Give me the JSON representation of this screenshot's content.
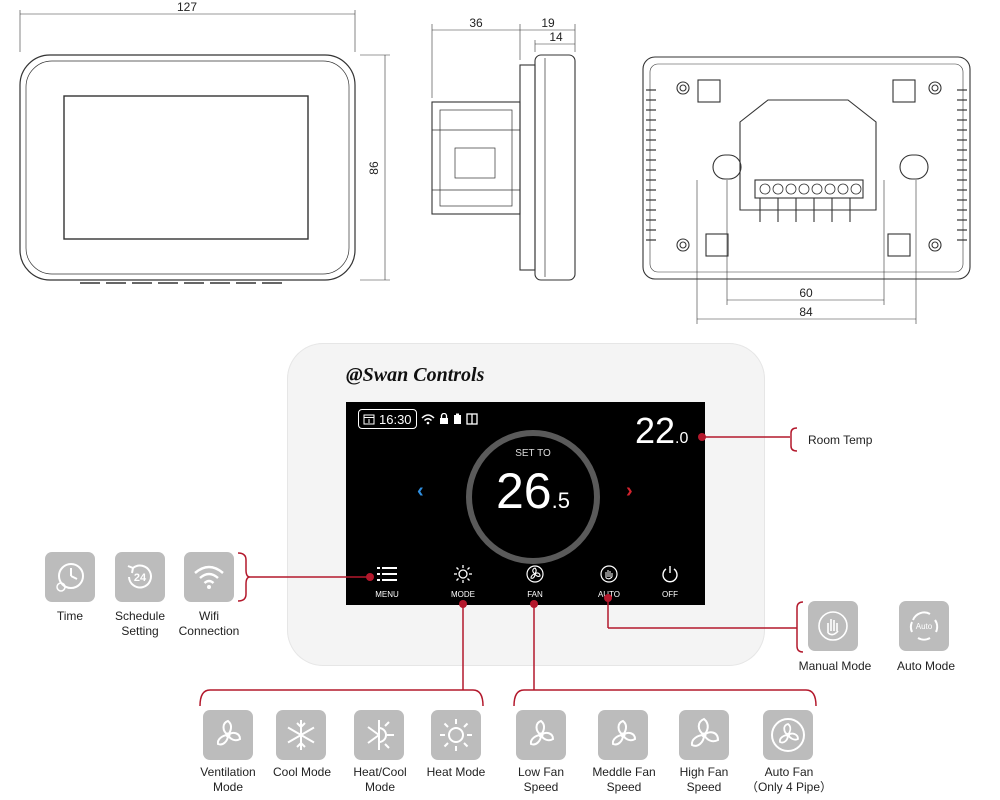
{
  "dimensions": {
    "front_width": "127",
    "front_height": "86",
    "side_depth": "36",
    "side_total": "19",
    "side_face": "14",
    "back_inner": "60",
    "back_outer": "84"
  },
  "brand": "@Swan Controls",
  "screen": {
    "time": "16:30",
    "set_to_label": "SET TO",
    "set_int": "26",
    "set_dec": ".5",
    "room_int": "22",
    "room_dec": ".0",
    "buttons": [
      {
        "label": "MENU",
        "icon": "menu-icon"
      },
      {
        "label": "MODE",
        "icon": "sun-icon"
      },
      {
        "label": "FAN",
        "icon": "fan-icon"
      },
      {
        "label": "AUTO",
        "icon": "hand-icon"
      },
      {
        "label": "OFF",
        "icon": "power-icon"
      }
    ]
  },
  "callouts": {
    "room_temp": "Room Temp"
  },
  "menu_items": [
    {
      "line1": "Time",
      "line2": "",
      "icon": "clock-icon"
    },
    {
      "line1": "Schedule",
      "line2": "Setting",
      "icon": "schedule-24-icon"
    },
    {
      "line1": "Wifi",
      "line2": "Connection",
      "icon": "wifi-icon"
    }
  ],
  "auto_items": [
    {
      "line1": "Manual Mode",
      "line2": "",
      "icon": "hand-icon"
    },
    {
      "line1": "Auto Mode",
      "line2": "",
      "icon": "auto-cycle-icon"
    }
  ],
  "auto_tile_text": "Auto",
  "mode_items": [
    {
      "line1": "Ventilation",
      "line2": "Mode",
      "icon": "fan-icon"
    },
    {
      "line1": "Cool Mode",
      "line2": "",
      "icon": "snowflake-icon"
    },
    {
      "line1": "Heat/Cool",
      "line2": "Mode",
      "icon": "heat-cool-icon"
    },
    {
      "line1": "Heat Mode",
      "line2": "",
      "icon": "sun-icon"
    }
  ],
  "fan_items": [
    {
      "line1": "Low Fan",
      "line2": "Speed",
      "icon": "fan-low-icon"
    },
    {
      "line1": "Meddle Fan",
      "line2": "Speed",
      "icon": "fan-medium-icon"
    },
    {
      "line1": "High Fan",
      "line2": "Speed",
      "icon": "fan-high-icon"
    },
    {
      "line1": "Auto Fan",
      "line2": "（Only 4 Pipe）",
      "icon": "fan-auto-icon"
    }
  ],
  "colors": {
    "accent_red": "#b3182c",
    "blue_arrow": "#2f8fe0",
    "tile_gray": "#bcbcbc"
  }
}
